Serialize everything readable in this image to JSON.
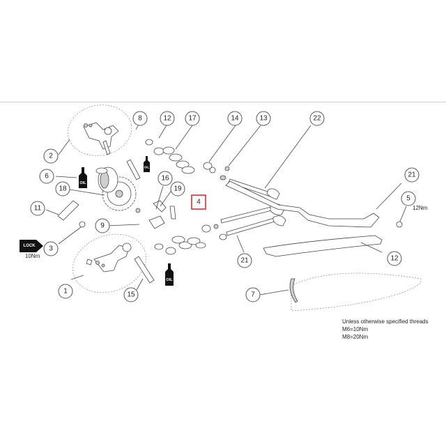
{
  "callouts": [
    "1",
    "2",
    "3",
    "4",
    "5",
    "6",
    "7",
    "8",
    "9",
    "11",
    "12",
    "13",
    "14",
    "15",
    "16",
    "17",
    "18",
    "19",
    "21",
    "22"
  ],
  "callout_labels": {
    "c1": "1",
    "c2": "2",
    "c3": "3",
    "c4": "4",
    "c5": "5",
    "c6": "6",
    "c7": "7",
    "c8": "8",
    "c9": "9",
    "c11": "11",
    "c12a": "12",
    "c12b": "12",
    "c13": "13",
    "c14": "14",
    "c15": "15",
    "c16": "16",
    "c17": "17",
    "c18": "18",
    "c19": "19",
    "c21a": "21",
    "c21b": "21",
    "c22": "22"
  },
  "highlighted_callout": "4",
  "tags": {
    "oil_1": "OIL",
    "oil_2": "OIL",
    "oil_3": "OIL",
    "lock": "LOCK"
  },
  "torques": {
    "lock_torque": "10Nm",
    "part5_torque": "12Nm"
  },
  "notes": {
    "line1": "Unless otherwise specified threads",
    "line2": "M6=10Nm",
    "line3": "M8=20Nm"
  }
}
